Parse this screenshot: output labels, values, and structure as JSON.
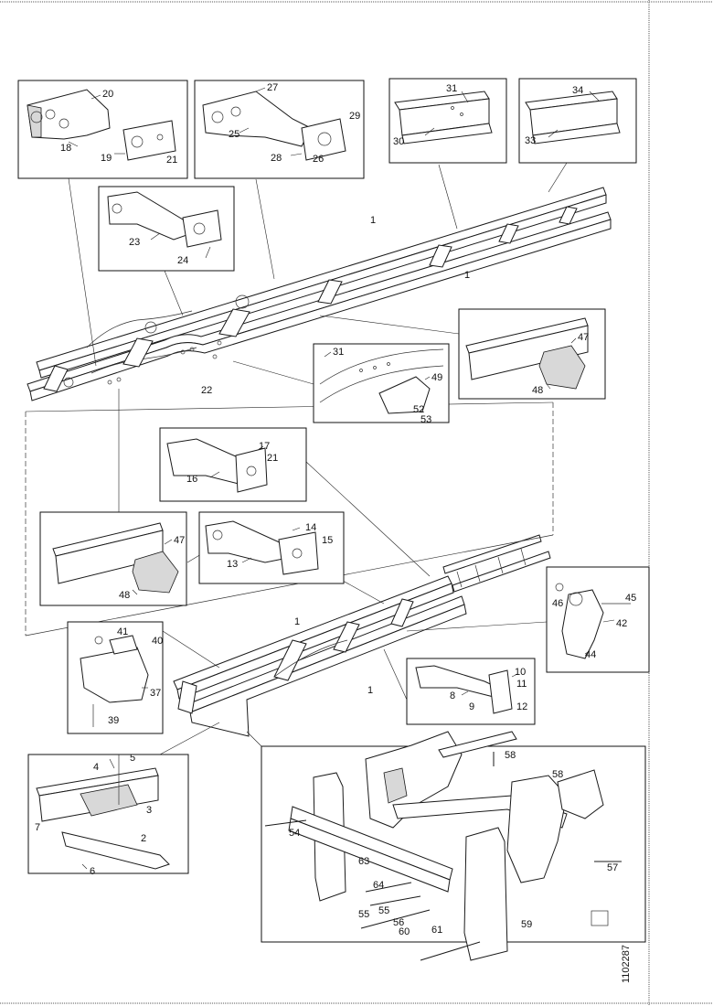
{
  "drawing_id": "1102287",
  "callouts": {
    "c1a": "1",
    "c1b": "1",
    "c1c": "1",
    "c1d": "1",
    "c2": "2",
    "c3": "3",
    "c4": "4",
    "c5": "5",
    "c6": "6",
    "c7": "7",
    "c8": "8",
    "c9": "9",
    "c10": "10",
    "c11": "11",
    "c12": "12",
    "c13": "13",
    "c14": "14",
    "c15": "15",
    "c16": "16",
    "c17": "17",
    "c18": "18",
    "c19": "19",
    "c20": "20",
    "c21a": "21",
    "c21b": "21",
    "c22": "22",
    "c23": "23",
    "c24": "24",
    "c25": "25",
    "c26": "26",
    "c27": "27",
    "c28": "28",
    "c29": "29",
    "c30": "30",
    "c31a": "31",
    "c31b": "31",
    "c33": "33",
    "c34": "34",
    "c37": "37",
    "c39": "39",
    "c40": "40",
    "c41": "41",
    "c42": "42",
    "c44": "44",
    "c45": "45",
    "c46": "46",
    "c47a": "47",
    "c47b": "47",
    "c48a": "48",
    "c48b": "48",
    "c49": "49",
    "c52": "52",
    "c53": "53",
    "c54": "54",
    "c55a": "55",
    "c55b": "55",
    "c56": "56",
    "c57": "57",
    "c58a": "58",
    "c58b": "58",
    "c59": "59",
    "c60": "60",
    "c61": "61",
    "c63": "63",
    "c64": "64"
  }
}
